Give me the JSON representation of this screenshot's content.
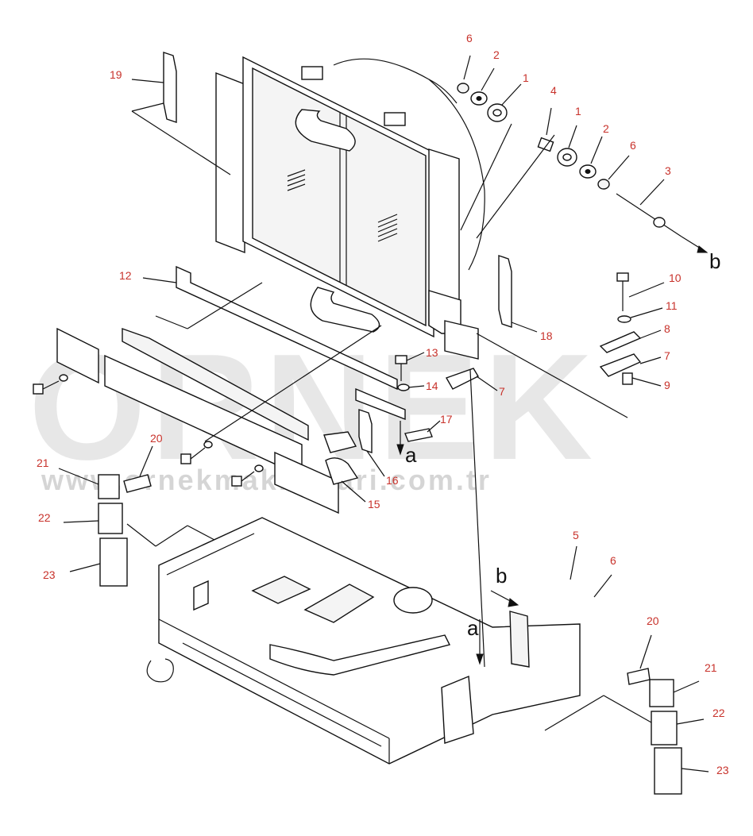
{
  "watermark": {
    "brand": "ORNEK",
    "url": "www.ornekmakinalari.com.tr"
  },
  "callouts": [
    {
      "id": "c6a",
      "text": "6"
    },
    {
      "id": "c2a",
      "text": "2"
    },
    {
      "id": "c1a",
      "text": "1"
    },
    {
      "id": "c4",
      "text": "4"
    },
    {
      "id": "c1b",
      "text": "1"
    },
    {
      "id": "c2b",
      "text": "2"
    },
    {
      "id": "c6b",
      "text": "6"
    },
    {
      "id": "c3",
      "text": "3"
    },
    {
      "id": "c19",
      "text": "19"
    },
    {
      "id": "c12",
      "text": "12"
    },
    {
      "id": "c10",
      "text": "10"
    },
    {
      "id": "c11",
      "text": "11"
    },
    {
      "id": "c8",
      "text": "8"
    },
    {
      "id": "c7a",
      "text": "7"
    },
    {
      "id": "c18",
      "text": "18"
    },
    {
      "id": "c13",
      "text": "13"
    },
    {
      "id": "c14",
      "text": "14"
    },
    {
      "id": "c7b",
      "text": "7"
    },
    {
      "id": "c9",
      "text": "9"
    },
    {
      "id": "c17",
      "text": "17"
    },
    {
      "id": "c20a",
      "text": "20"
    },
    {
      "id": "c21a",
      "text": "21"
    },
    {
      "id": "c16",
      "text": "16"
    },
    {
      "id": "c22a",
      "text": "22"
    },
    {
      "id": "c15",
      "text": "15"
    },
    {
      "id": "c23a",
      "text": "23"
    },
    {
      "id": "c5",
      "text": "5"
    },
    {
      "id": "c6c",
      "text": "6"
    },
    {
      "id": "c20b",
      "text": "20"
    },
    {
      "id": "c21b",
      "text": "21"
    },
    {
      "id": "c22b",
      "text": "22"
    },
    {
      "id": "c23b",
      "text": "23"
    }
  ],
  "arrow_labels": [
    {
      "id": "b1",
      "text": "b"
    },
    {
      "id": "a1",
      "text": "a"
    },
    {
      "id": "b2",
      "text": "b"
    },
    {
      "id": "a2",
      "text": "a"
    }
  ]
}
